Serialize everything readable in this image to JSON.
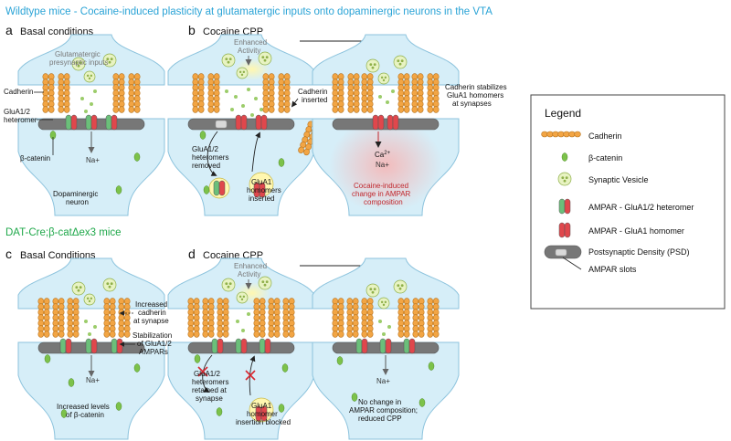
{
  "titles": {
    "top": "Wildtype mice - Cocaine-induced plasticity at glutamatergic inputs onto dopaminergic neurons in the VTA",
    "mid": "DAT-Cre;β-catΔex3 mice"
  },
  "panels": {
    "a": {
      "letter": "a",
      "title": "Basal conditions"
    },
    "b": {
      "letter": "b",
      "title": "Cocaine CPP"
    },
    "c": {
      "letter": "c",
      "title": "Basal Conditions"
    },
    "d": {
      "letter": "d",
      "title": "Cocaine CPP"
    }
  },
  "labels": {
    "glut1": "Glutamatergic",
    "glut2": "presynaptic inputs",
    "cadherin": "Cadherin",
    "glua_a1": "GluA1/2",
    "glua_a2": "heteromer",
    "bcat": "β-catenin",
    "na": "Na+",
    "dopa1": "Dopaminergic",
    "dopa2": "neuron",
    "enh1": "Enhanced",
    "enh2": "Activity",
    "cad_ins1": "Cadherin",
    "cad_ins2": "inserted",
    "het_rem1": "GluA1/2",
    "het_rem2": "heteromers",
    "het_rem3": "removed",
    "homo_ins1": "GluA1",
    "homo_ins2": "homomers",
    "homo_ins3": "inserted",
    "stab1": "Cadherin stabilizes",
    "stab2": "GluA1 homomers",
    "stab3": "at synapses",
    "ca_base": "Ca",
    "ca_sup": "2+",
    "coc1": "Cocaine-induced",
    "coc2": "change in AMPAR",
    "coc3": "composition",
    "inc_cad1": "Increased",
    "inc_cad2": "cadherin",
    "inc_cad3": "at synapse",
    "stab_glu1": "Stabilization",
    "stab_glu2": "of GluA1/2",
    "stab_glu3": "AMPARs",
    "inc_bcat1": "Increased levels",
    "inc_bcat2": "of β-catenin",
    "ret1": "GluA1/2",
    "ret2": "heteromers",
    "ret3": "retained at",
    "ret4": "synapse",
    "blk1": "GluA1",
    "blk2": "homomer",
    "blk3": "insertion blocked",
    "noch1": "No change in",
    "noch2": "AMPAR composition;",
    "noch3": "reduced CPP"
  },
  "legend": {
    "title": "Legend",
    "items": [
      "Cadherin",
      "β-catenin",
      "Synaptic Vesicle",
      "AMPAR - GluA1/2 heteromer",
      "AMPAR - GluA1 homomer",
      "Postsynaptic Density (PSD)",
      "AMPAR slots"
    ]
  },
  "colors": {
    "title_blue": "#29a3d6",
    "title_green": "#1fa84a",
    "cell_fill": "#d6eef8",
    "cell_stroke": "#8cc3dd",
    "red_glow": "#f6c9c9",
    "cadherin": "#f2a544",
    "bcat": "#7cc24a",
    "psd": "#777777",
    "vesicle": "#e8f3c2",
    "red_label": "#c0272d"
  }
}
